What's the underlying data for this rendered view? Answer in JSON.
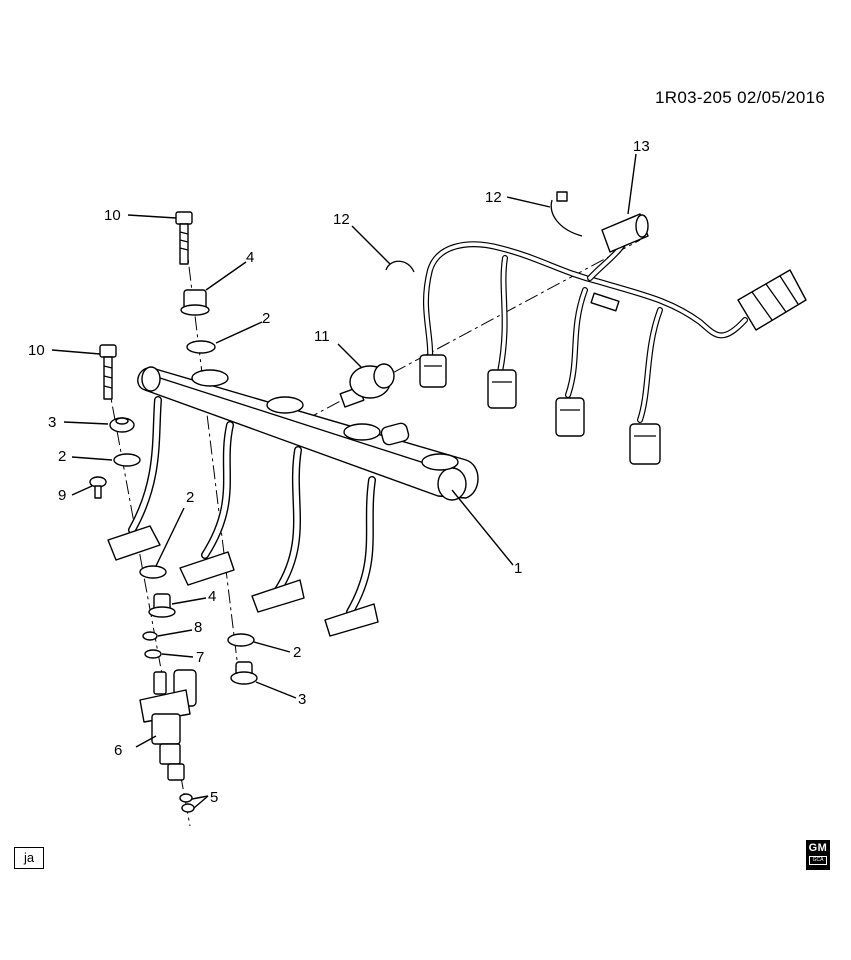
{
  "header": {
    "diagram_code": "1R03-205 02/05/2016"
  },
  "footer": {
    "tag": "ja",
    "brand_main": "GM",
    "brand_sub": "GCA"
  },
  "callouts": {
    "c1": "1",
    "c2a": "2",
    "c2b": "2",
    "c2c": "2",
    "c2d": "2",
    "c3a": "3",
    "c3b": "3",
    "c4a": "4",
    "c4b": "4",
    "c5": "5",
    "c6": "6",
    "c7": "7",
    "c8": "8",
    "c9": "9",
    "c10a": "10",
    "c10b": "10",
    "c11": "11",
    "c12a": "12",
    "c12b": "12",
    "c13": "13"
  }
}
